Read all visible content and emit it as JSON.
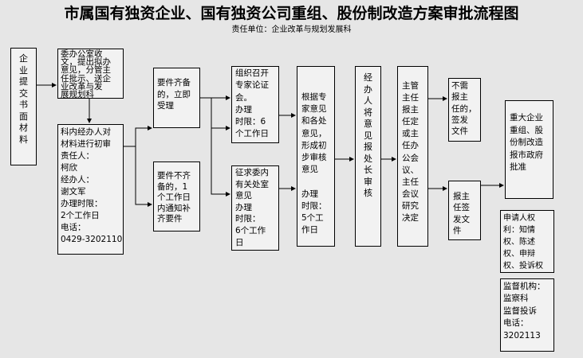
{
  "title": "市属国有独资企业、国有独资公司重组、股份制改造方案审批流程图",
  "subtitle": "责任单位：企业改革与规划发展科",
  "nodes": {
    "submit": [
      "企",
      "业",
      "提",
      "交",
      "书",
      "面",
      "材",
      "料"
    ],
    "office": [
      "委办公室收",
      "文，提出拟办",
      "意见，分管主",
      "任批示、送企",
      "业改革与发",
      "展规划科"
    ],
    "review": [
      "科内经办人对",
      "材料进行初审",
      "责任人：",
      "柯欣",
      "经办人：",
      "谢文军",
      "办理时限：",
      "2个工作日",
      "电话：",
      "0429-3202110"
    ],
    "complete": [
      "要件齐备",
      "的，立即",
      "受理"
    ],
    "incomplete": [
      "要件不齐",
      "备的，1",
      "个工作日",
      "内通知补",
      "齐要件"
    ],
    "expert": [
      "组织召开",
      "专家论证",
      "会。",
      "办理",
      "时限：6",
      "个工作日"
    ],
    "opinions": [
      "征求委内",
      "有关处室",
      "意见",
      "办理",
      "时限：",
      "6个工作",
      "日"
    ],
    "draft": [
      "根据专",
      "家意见",
      "和各处",
      "意见，",
      "形成初",
      "步审核",
      "意见",
      "",
      "办理",
      "时限：",
      "5个工",
      "作日"
    ],
    "handler": [
      "经",
      "办",
      "人",
      "将",
      "意",
      "见",
      "报",
      "处",
      "长",
      "审",
      "核"
    ],
    "director": [
      "主管",
      "主任",
      "报主",
      "任定",
      "或主",
      "任办",
      "公会",
      "议、",
      "主任",
      "会议",
      "研究",
      "决定"
    ],
    "nosubmit": [
      "不需",
      "报主",
      "任的，",
      "签发",
      "文件"
    ],
    "submitsign": [
      "报主",
      "任签",
      "发文",
      "件"
    ],
    "report": [
      "重大企业",
      "重组、股",
      "份制改造",
      "报市政府",
      "批准"
    ],
    "rights": [
      "申请人权",
      "利：知情",
      "权、陈述",
      "权、申辩",
      "权、投诉权"
    ],
    "supervise": [
      "监督机构：",
      "监察科",
      "监督投诉",
      "电话：",
      "3202113"
    ]
  }
}
